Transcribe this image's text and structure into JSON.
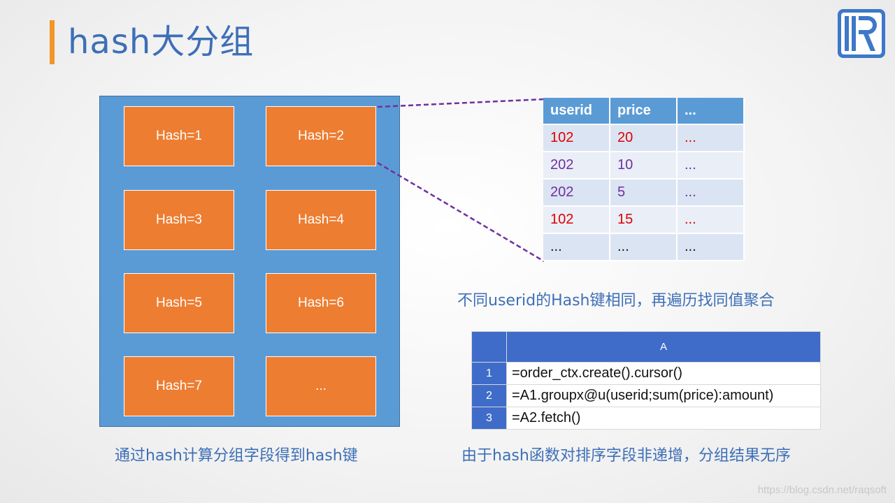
{
  "title": "hash大分组",
  "hash_boxes": [
    "Hash=1",
    "Hash=2",
    "Hash=3",
    "Hash=4",
    "Hash=5",
    "Hash=6",
    "Hash=7",
    "..."
  ],
  "data_table": {
    "headers": [
      "userid",
      "price",
      "..."
    ],
    "rows": [
      {
        "userid": "102",
        "price": "20",
        "more": "...",
        "color": "#e00000"
      },
      {
        "userid": "202",
        "price": "10",
        "more": "...",
        "color": "#7030a0"
      },
      {
        "userid": "202",
        "price": "5",
        "more": "...",
        "color": "#7030a0"
      },
      {
        "userid": "102",
        "price": "15",
        "more": "...",
        "color": "#e00000"
      },
      {
        "userid": "...",
        "price": "...",
        "more": "...",
        "color": "#111111"
      }
    ]
  },
  "caption_right_top": "不同userid的Hash键相同，再遍历找同值聚合",
  "caption_left_bottom": "通过hash计算分组字段得到hash键",
  "caption_right_bottom": "由于hash函数对排序字段非递增，分组结果无序",
  "code_grid": {
    "column_header": "A",
    "rows": [
      {
        "num": "1",
        "code": "=order_ctx.create().cursor()"
      },
      {
        "num": "2",
        "code": "=A1.groupx@u(userid;sum(price):amount)"
      },
      {
        "num": "3",
        "code": "=A2.fetch()"
      }
    ]
  },
  "watermark": "https://blog.csdn.net/raqsoft",
  "colors": {
    "accent": "#f0962a",
    "title": "#3d6fb7",
    "hash_area": "#5b9bd5",
    "hash_box": "#ed7d31",
    "code_header": "#3f6cc9"
  }
}
